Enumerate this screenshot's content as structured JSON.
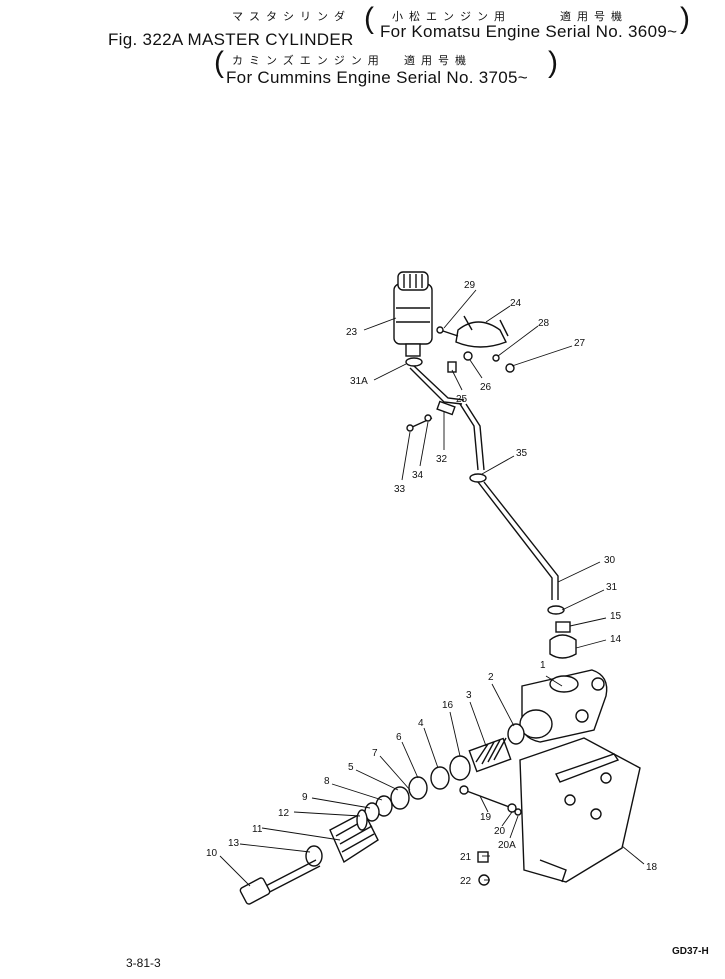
{
  "header": {
    "kana_line1": "マスタシリンダ",
    "kana_line1b": "小松エンジン用",
    "kana_line1c": "適用号機",
    "fig_label": "Fig. 322A MASTER CYLINDER",
    "komatsu_label": "For Komatsu Engine Serial No. 3609~",
    "kana_line2": "カミンズエンジン用",
    "kana_line2b": "適用号機",
    "cummins_label": "For Cummins Engine Serial No. 3705~"
  },
  "parts": [
    {
      "id": "1"
    },
    {
      "id": "2"
    },
    {
      "id": "3"
    },
    {
      "id": "4"
    },
    {
      "id": "5"
    },
    {
      "id": "6"
    },
    {
      "id": "7"
    },
    {
      "id": "8"
    },
    {
      "id": "9"
    },
    {
      "id": "10"
    },
    {
      "id": "11"
    },
    {
      "id": "12"
    },
    {
      "id": "13"
    },
    {
      "id": "14"
    },
    {
      "id": "15"
    },
    {
      "id": "16"
    },
    {
      "id": "18"
    },
    {
      "id": "19"
    },
    {
      "id": "20"
    },
    {
      "id": "20A"
    },
    {
      "id": "21"
    },
    {
      "id": "22"
    },
    {
      "id": "23"
    },
    {
      "id": "24"
    },
    {
      "id": "25"
    },
    {
      "id": "26"
    },
    {
      "id": "27"
    },
    {
      "id": "28"
    },
    {
      "id": "29"
    },
    {
      "id": "30"
    },
    {
      "id": "31"
    },
    {
      "id": "31A"
    },
    {
      "id": "32"
    },
    {
      "id": "33"
    },
    {
      "id": "34"
    },
    {
      "id": "35"
    }
  ],
  "footer": {
    "page_ref": "3-81-3",
    "drawing_code": "GD37-H"
  }
}
